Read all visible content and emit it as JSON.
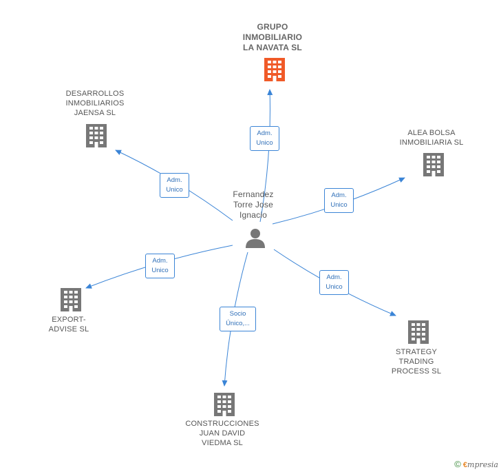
{
  "center": {
    "label": "Fernandez\nTorre Jose\nIgnacio"
  },
  "companies": [
    {
      "id": "grupo",
      "label": "GRUPO\nINMOBILIARIO\nLA NAVATA SL",
      "highlight": true
    },
    {
      "id": "desarrollos",
      "label": "DESARROLLOS\nINMOBILIARIOS\nJAENSA SL"
    },
    {
      "id": "alea",
      "label": "ALEA BOLSA\nINMOBILIARIA SL"
    },
    {
      "id": "export",
      "label": "EXPORT-\nADVISE SL"
    },
    {
      "id": "strategy",
      "label": "STRATEGY\nTRADING\nPROCESS SL"
    },
    {
      "id": "construcciones",
      "label": "CONSTRUCCIONES\nJUAN DAVID\nVIEDMA SL"
    }
  ],
  "edges": [
    {
      "to": "grupo",
      "label": "Adm.\nUnico"
    },
    {
      "to": "desarrollos",
      "label": "Adm.\nUnico"
    },
    {
      "to": "alea",
      "label": "Adm.\nUnico"
    },
    {
      "to": "export",
      "label": "Adm.\nUnico"
    },
    {
      "to": "strategy",
      "label": "Adm.\nUnico"
    },
    {
      "to": "construcciones",
      "label": "Socio\nÚnico,..."
    }
  ],
  "colors": {
    "edge": "#3a84d6",
    "building": "#777777",
    "building_highlight": "#f05a28",
    "person": "#777777"
  },
  "footer": {
    "copyright": "©",
    "brand_initial": "€",
    "brand_rest": "mpresia"
  }
}
